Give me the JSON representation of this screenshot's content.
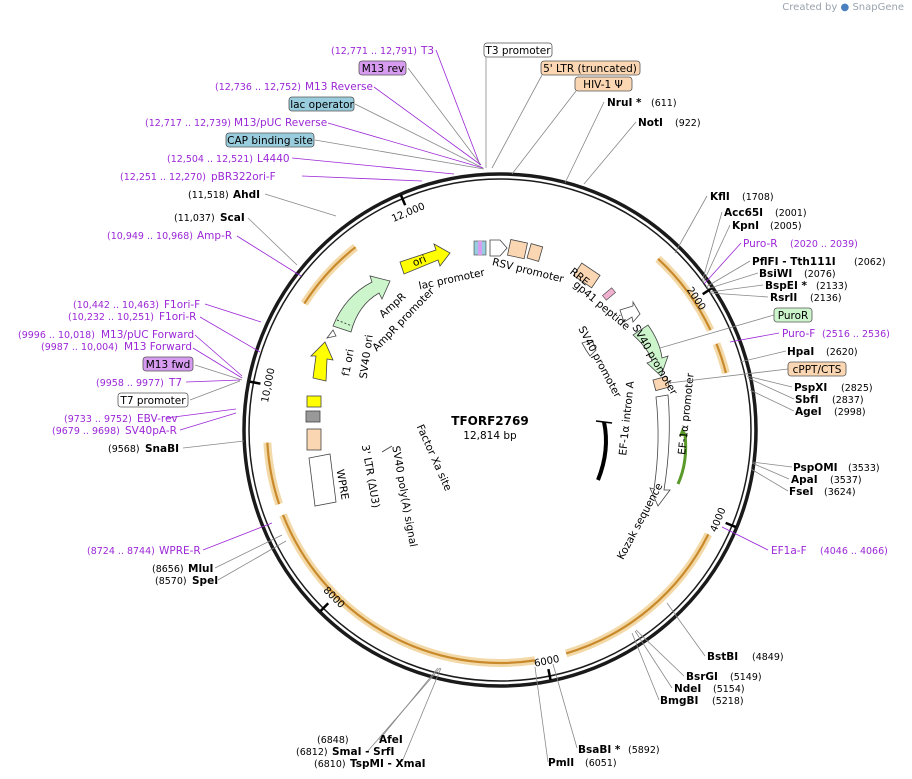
{
  "header": {
    "created_by": "Created by",
    "brand": "SnapGene"
  },
  "map": {
    "name": "TFORF2769",
    "length": "12,814 bp",
    "total_bp": 12814,
    "colors": {
      "backbone": "#1a1a1a",
      "primer": "#9b27d6",
      "arrow_orange": "#c98a2c",
      "arrow_halo": "#f3d9a8",
      "green_arrow": "#5a9a2a",
      "cds_green": "#ccf5cc",
      "cds_yellow": "#ffff00",
      "ltr_fill": "#fbd6b2",
      "blue_box": "#99ccdd",
      "purple_box": "#d79cf0"
    },
    "ticks": [
      {
        "label": "2000",
        "pos": 2000
      },
      {
        "label": "4000",
        "pos": 4000
      },
      {
        "label": "6000",
        "pos": 6000
      },
      {
        "label": "8000",
        "pos": 8000
      },
      {
        "label": "10,000",
        "pos": 10000
      },
      {
        "label": "12,000",
        "pos": 12000
      }
    ],
    "sites": [
      {
        "name": "NruI *",
        "pos": "(611)"
      },
      {
        "name": "NotI",
        "pos": "(922)"
      },
      {
        "name": "KflI",
        "pos": "(1708)"
      },
      {
        "name": "Acc65I",
        "pos": "(2001)"
      },
      {
        "name": "KpnI",
        "pos": "(2005)"
      },
      {
        "name": "PflFI - Tth111I",
        "pos": "(2062)"
      },
      {
        "name": "BsiWI",
        "pos": "(2076)"
      },
      {
        "name": "BspEI *",
        "pos": "(2133)"
      },
      {
        "name": "RsrII",
        "pos": "(2136)"
      },
      {
        "name": "HpaI",
        "pos": "(2620)"
      },
      {
        "name": "PspXI",
        "pos": "(2825)"
      },
      {
        "name": "SbfI",
        "pos": "(2837)"
      },
      {
        "name": "AgeI",
        "pos": "(2998)"
      },
      {
        "name": "PspOMI",
        "pos": "(3533)"
      },
      {
        "name": "ApaI",
        "pos": "(3537)"
      },
      {
        "name": "FseI",
        "pos": "(3624)"
      },
      {
        "name": "BstBI",
        "pos": "(4849)"
      },
      {
        "name": "BsrGI",
        "pos": "(5149)"
      },
      {
        "name": "NdeI",
        "pos": "(5154)"
      },
      {
        "name": "BmgBI",
        "pos": "(5218)"
      },
      {
        "name": "BsaBI *",
        "pos": "(5892)"
      },
      {
        "name": "PmlI",
        "pos": "(6051)"
      },
      {
        "name": "AfeI",
        "pos": "(6848)"
      },
      {
        "name": "SmaI - SrfI",
        "pos": "(6812)"
      },
      {
        "name": "TspMI - XmaI",
        "pos": "(6810)"
      },
      {
        "name": "MluI",
        "pos": "(8656)"
      },
      {
        "name": "SpeI",
        "pos": "(8570)"
      },
      {
        "name": "SnaBI",
        "pos": "(9568)"
      },
      {
        "name": "ScaI",
        "pos": "(11,037)"
      },
      {
        "name": "AhdI",
        "pos": "(11,518)"
      }
    ],
    "primers": [
      {
        "name": "T3",
        "pos": "(12,771 .. 12,791)"
      },
      {
        "name": "M13 Reverse",
        "pos": "(12,736 .. 12,752)"
      },
      {
        "name": "M13/pUC Reverse",
        "pos": "(12,717 .. 12,739)"
      },
      {
        "name": "L4440",
        "pos": "(12,504 .. 12,521)"
      },
      {
        "name": "pBR322ori-F",
        "pos": "(12,251 .. 12,270)"
      },
      {
        "name": "Amp-R",
        "pos": "(10,949 .. 10,968)"
      },
      {
        "name": "F1ori-F",
        "pos": "(10,442 .. 10,463)"
      },
      {
        "name": "F1ori-R",
        "pos": "(10,232 .. 10,251)"
      },
      {
        "name": "M13/pUC Forward",
        "pos": "(9996 .. 10,018)"
      },
      {
        "name": "M13 Forward",
        "pos": "(9987 .. 10,004)"
      },
      {
        "name": "T7",
        "pos": "(9958 .. 9977)"
      },
      {
        "name": "EBV-rev",
        "pos": "(9733 .. 9752)"
      },
      {
        "name": "SV40pA-R",
        "pos": "(9679 .. 9698)"
      },
      {
        "name": "WPRE-R",
        "pos": "(8724 .. 8744)"
      },
      {
        "name": "Puro-R",
        "pos": "(2020 .. 2039)"
      },
      {
        "name": "Puro-F",
        "pos": "(2516 .. 2536)"
      },
      {
        "name": "EF1a-F",
        "pos": "(4046 .. 4066)"
      }
    ],
    "boxed": [
      {
        "name": "M13 rev"
      },
      {
        "name": "lac operator"
      },
      {
        "name": "CAP binding site"
      },
      {
        "name": "T3 promoter"
      },
      {
        "name": "5' LTR (truncated)"
      },
      {
        "name": "HIV-1 Ψ"
      },
      {
        "name": "PuroR"
      },
      {
        "name": "cPPT/CTS"
      },
      {
        "name": "M13 fwd"
      },
      {
        "name": "T7 promoter"
      }
    ],
    "features": [
      {
        "name": "ori"
      },
      {
        "name": "AmpR"
      },
      {
        "name": "AmpR promoter"
      },
      {
        "name": "lac promoter"
      },
      {
        "name": "RSV promoter"
      },
      {
        "name": "RRE"
      },
      {
        "name": "gp41 peptide"
      },
      {
        "name": "SV40 promoter"
      },
      {
        "name": "SV40 promoter"
      },
      {
        "name": "f1 ori"
      },
      {
        "name": "SV40 ori"
      },
      {
        "name": "SV40 poly(A) signal"
      },
      {
        "name": "3' LTR (ΔU3)"
      },
      {
        "name": "WPRE"
      },
      {
        "name": "Factor Xa site"
      },
      {
        "name": "EF-1α intron A"
      },
      {
        "name": "EF-1α promoter"
      },
      {
        "name": "Kozak sequence"
      }
    ]
  }
}
